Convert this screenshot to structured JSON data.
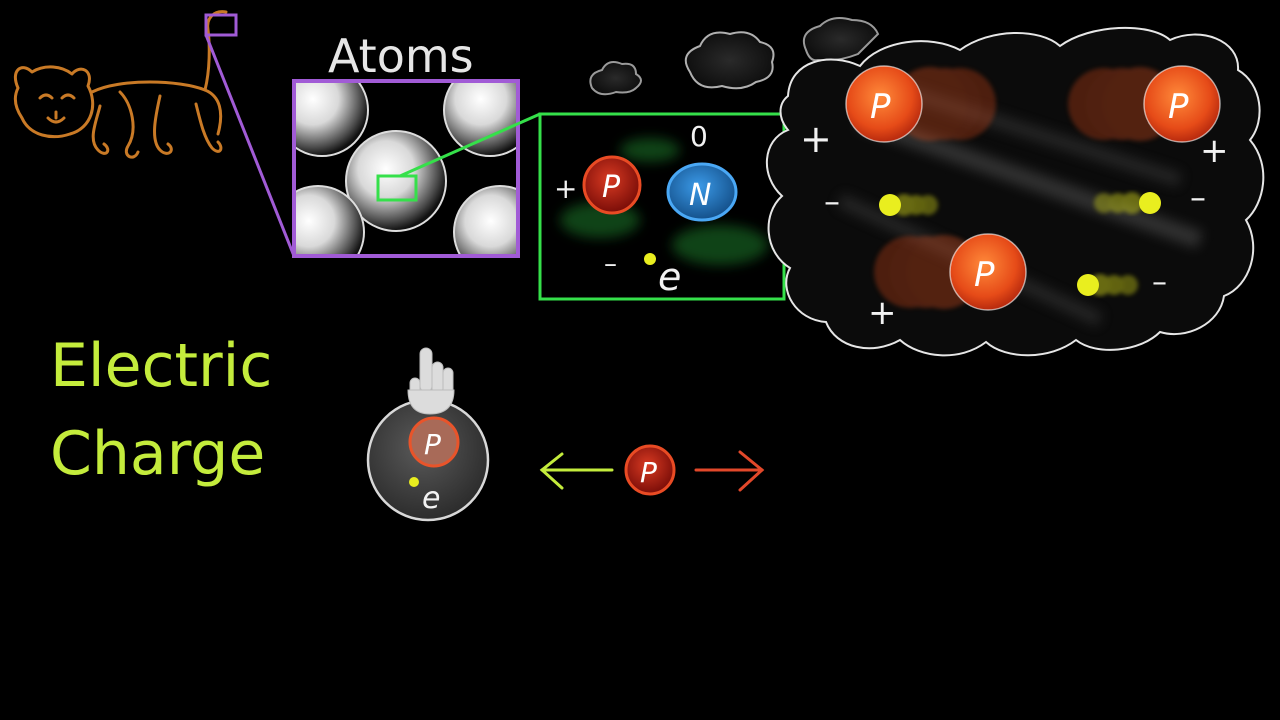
{
  "labels": {
    "atoms": "Atoms",
    "zero": "0",
    "plus": "+",
    "minus": "–",
    "proton": "P",
    "neutron": "N",
    "electron": "e",
    "title_line1": "Electric",
    "title_line2": "Charge"
  },
  "colors": {
    "background": "#000000",
    "cat": "#c97a26",
    "purple": "#a15bd6",
    "green": "#35e04a",
    "proton_fill": "#e8541f",
    "proton_dark": "#b01d10",
    "neutron": "#2f86d6",
    "electron": "#e9ee1f",
    "chalk": "#f2f2f2",
    "title": "#c4ec3c",
    "arrow_left": "#c4ec3c",
    "arrow_right": "#e2482a"
  },
  "icons": [
    "cat-drawing",
    "cloud-icon",
    "hand-pointer-icon",
    "left-arrow-icon",
    "right-arrow-icon"
  ]
}
